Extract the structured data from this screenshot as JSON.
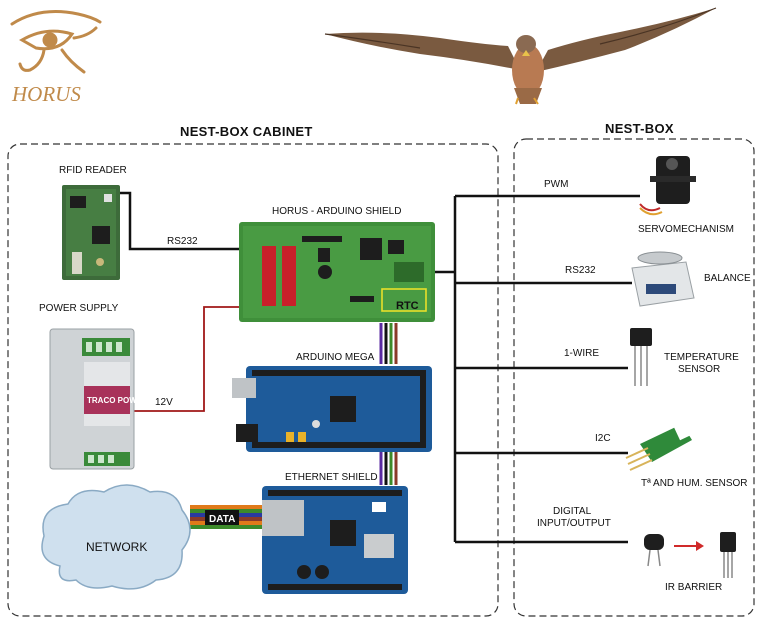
{
  "logo": {
    "text": "HORUS"
  },
  "cabinet": {
    "title": "NEST-BOX CABINET"
  },
  "nestbox": {
    "title": "NEST-BOX"
  },
  "components": {
    "rfid": "RFID READER",
    "power": "POWER SUPPLY",
    "shield": "HORUS - ARDUINO SHIELD",
    "rtc": "RTC",
    "mega": "ARDUINO MEGA",
    "ethernet": "ETHERNET SHIELD",
    "network": "NETWORK",
    "data": "DATA",
    "power_brand": "TRACO POWER"
  },
  "links": {
    "rs232_rfid": "RS232",
    "v12": "12V",
    "pwm": "PWM",
    "rs232_balance": "RS232",
    "one_wire": "1-WIRE",
    "i2c": "I2C",
    "digital_1": "DIGITAL",
    "digital_2": "INPUT/OUTPUT"
  },
  "devices": {
    "servo": "SERVOMECHANISM",
    "balance": "BALANCE",
    "temp_1": "TEMPERATURE",
    "temp_2": "SENSOR",
    "thsensor": "Tª AND HUM. SENSOR",
    "ir": "IR BARRIER"
  }
}
